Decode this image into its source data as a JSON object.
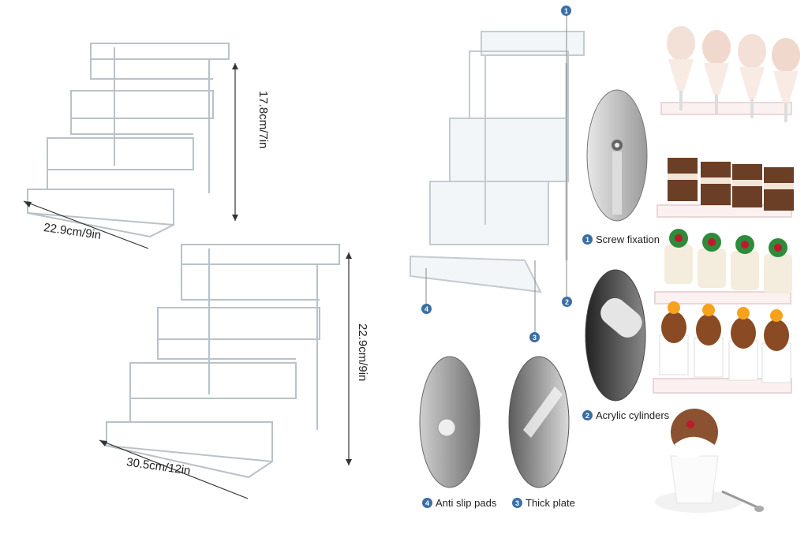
{
  "dimensions": {
    "small_height": "17.8cm/7in",
    "small_width": "22.9cm/9in",
    "large_height": "22.9cm/9in",
    "large_width": "30.5cm/12in"
  },
  "pins": [
    "1",
    "2",
    "3",
    "4"
  ],
  "callouts": [
    {
      "number": "1",
      "label": "Screw fixation"
    },
    {
      "number": "2",
      "label": "Acrylic cylinders"
    },
    {
      "number": "4",
      "label": "Anti slip pads"
    },
    {
      "number": "3",
      "label": "Thick plate"
    }
  ],
  "colors": {
    "pin_blue": "#3a6ea5",
    "acrylic_edge": "#b9c2c8"
  },
  "icons": [
    "acrylic-riser-small",
    "acrylic-riser-large",
    "acrylic-riser-exploded",
    "screw-closeup",
    "cylinder-closeup",
    "pad-closeup",
    "plate-closeup",
    "dessert-display",
    "cupcake"
  ]
}
